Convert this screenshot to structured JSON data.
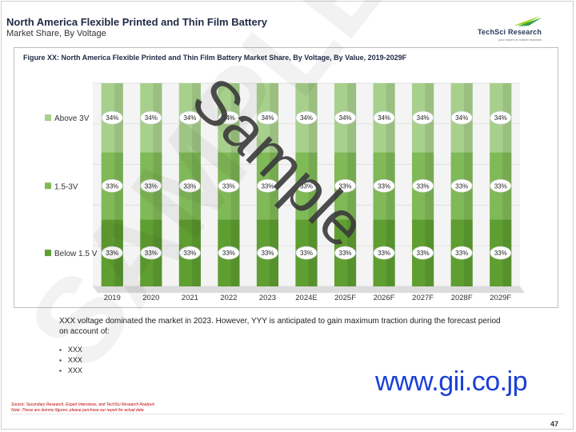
{
  "header": {
    "title": "North America Flexible Printed and Thin Film Battery",
    "subtitle": "Market Share, By Voltage"
  },
  "logo": {
    "name": "TechSci Research",
    "tagline": "your expert in market research"
  },
  "figure": {
    "caption": "Figure XX: North America Flexible Printed and Thin Film Battery Market Share, By Voltage, By Value, 2019-2029F"
  },
  "chart_data": {
    "type": "bar",
    "stacked": true,
    "categories": [
      "2019",
      "2020",
      "2021",
      "2022",
      "2023",
      "2024E",
      "2025F",
      "2026F",
      "2027F",
      "2028F",
      "2029F"
    ],
    "series": [
      {
        "name": "Below 1.5 V",
        "values": [
          33,
          33,
          33,
          33,
          33,
          33,
          33,
          33,
          33,
          33,
          33
        ],
        "color": "#5f9e31"
      },
      {
        "name": "1.5-3V",
        "values": [
          33,
          33,
          33,
          33,
          33,
          33,
          33,
          33,
          33,
          33,
          33
        ],
        "color": "#80b957"
      },
      {
        "name": "Above 3V",
        "values": [
          34,
          34,
          34,
          34,
          34,
          34,
          34,
          34,
          34,
          34,
          34
        ],
        "color": "#a8d08d"
      }
    ],
    "labels": [
      "33%",
      "33%",
      "34%"
    ],
    "ylim": [
      0,
      100
    ],
    "legend": "left",
    "grid": true
  },
  "commentary": {
    "text": "XXX voltage dominated the market in 2023. However, YYY is anticipated to gain maximum traction during the forecast period on account of:",
    "bullets": [
      "XXX",
      "XXX",
      "XXX"
    ]
  },
  "watermark": {
    "text": "www.gii.co.jp",
    "overlay_words": [
      "Sample",
      "SAMPLE"
    ],
    "color": "#1a3fd6"
  },
  "footer": {
    "source": "Source: Secondary Research, Expert Interviews, and TechSci Research Analysis",
    "note": "Note: These are dummy figures; please purchase our report for actual data",
    "page": "47"
  }
}
